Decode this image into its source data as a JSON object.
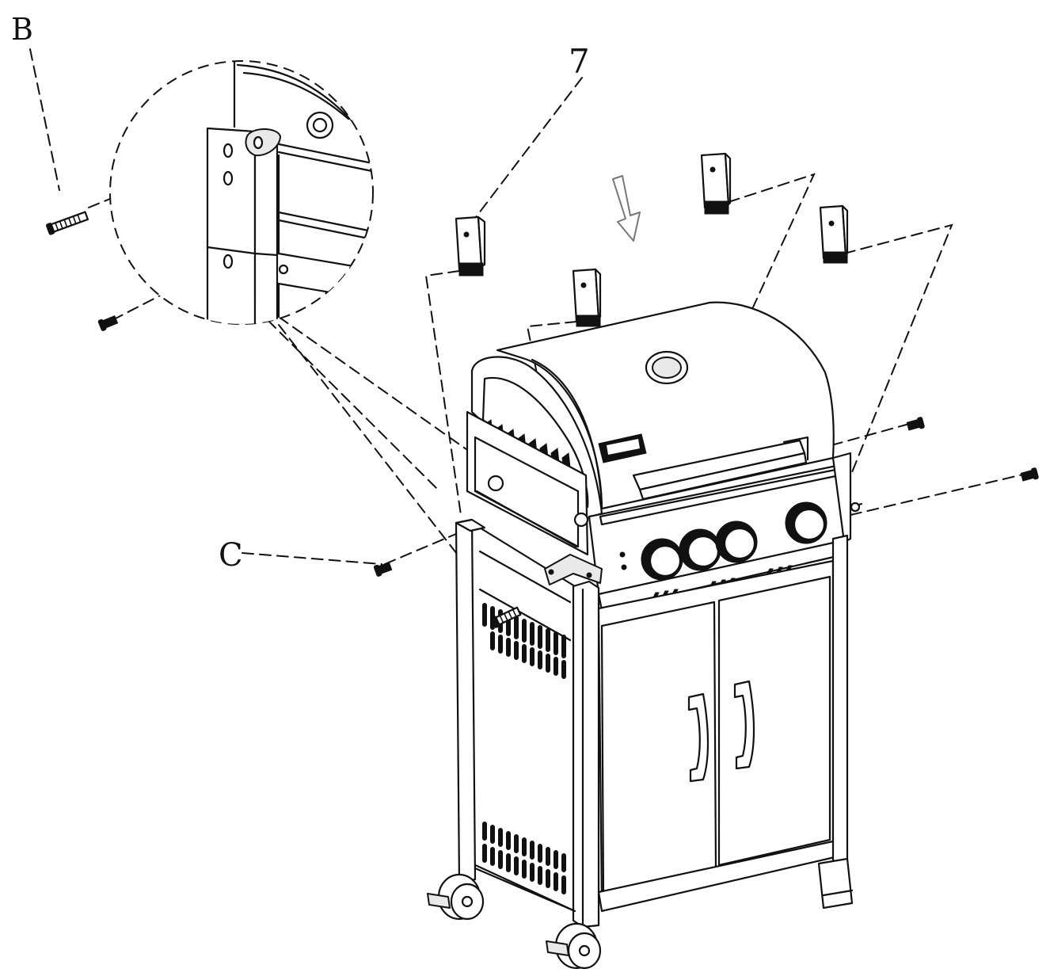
{
  "labels": {
    "b": "B",
    "seven": "7",
    "c": "C"
  },
  "icons": {
    "arrow": "down-arrow-icon",
    "screw": "screw-icon",
    "bracket": "bracket-icon"
  },
  "colors": {
    "line": "#111111",
    "background": "#ffffff",
    "metal": "#e9e9e9"
  }
}
